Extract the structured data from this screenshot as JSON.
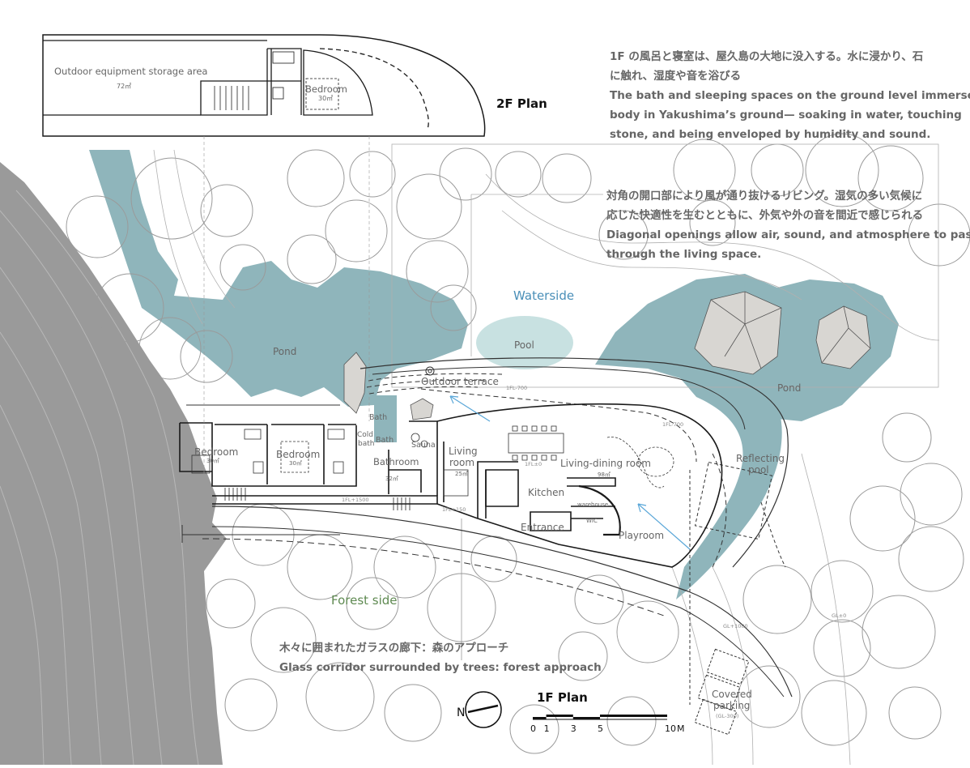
{
  "plan_2f": {
    "title": "2F Plan",
    "storage_label": "Outdoor equipment storage area",
    "storage_area": "72㎡",
    "bedroom_label": "Bedroom",
    "bedroom_area": "30㎡"
  },
  "notes": {
    "bath_jp_1": "1F の風呂と寝室は、屋久島の大地に没入する。水に浸かり、石",
    "bath_jp_2": "に触れ、湿度や音を浴びる",
    "bath_en_1": "The bath and sleeping spaces on the ground level immerse the",
    "bath_en_2": "body in Yakushima’s ground— soaking in water, touching",
    "bath_en_3": "stone, and being enveloped by humidity and sound.",
    "living_jp_1": "対角の開口部により風が通り抜けるリビング。湿気の多い気候に",
    "living_jp_2": "応じた快適性を生むとともに、外気や外の音を間近で感じられる",
    "living_en_1": "Diagonal openings allow air, sound, and atmosphere to pass",
    "living_en_2": "through the living space.",
    "corridor_jp": "木々に囲まれたガラスの廊下：森のアプローチ",
    "corridor_en": "Glass corridor surrounded by trees: forest approach"
  },
  "site": {
    "waterside": "Waterside",
    "forest_side": "Forest side",
    "pond": "Pond",
    "pool": "Pool",
    "reflecting_pool_1": "Reflecting",
    "reflecting_pool_2": "pool",
    "outdoor_terrace": "Outdoor terrace",
    "covered_parking_1": "Covered",
    "covered_parking_2": "parking"
  },
  "rooms_1f": {
    "bedroom": "Bedroom",
    "bedroom_area": "30㎡",
    "bath": "Bath",
    "cold_bath_1": "Cold",
    "cold_bath_2": "bath",
    "sauna": "Sauna",
    "bathroom": "Bathroom",
    "bathroom_area": "32㎡",
    "living_1": "Living",
    "living_2": "room",
    "living_area": "25㎡",
    "living_dining": "Living-dining room",
    "living_dining_area": "98㎡",
    "kitchen": "Kitchen",
    "warehouse": "warehouse",
    "wic": "WIC",
    "entrance": "Entrance",
    "playroom": "Playroom"
  },
  "levels": {
    "fl_minus700": "1FL-700",
    "fl_zero": "1FL±0",
    "fl_minus1500": "1FL+1500",
    "fl_150": "1FL+150",
    "gl_1000": "GL+1000",
    "gl_zero": "GL±0",
    "gl_300": "(GL-300)"
  },
  "plan_1f": {
    "title": "1F Plan",
    "north": "N",
    "scale_labels": [
      "0",
      "1",
      "3",
      "5",
      "10",
      "M"
    ],
    "scale_ticks_m": [
      0,
      1,
      3,
      5,
      10
    ]
  },
  "colors": {
    "water": "#8fb5bb",
    "pool_light": "#c8e1e1",
    "terrain": "#9a9a9a",
    "waterside_text": "#4a8fb8",
    "forest_text": "#5f8a52"
  }
}
